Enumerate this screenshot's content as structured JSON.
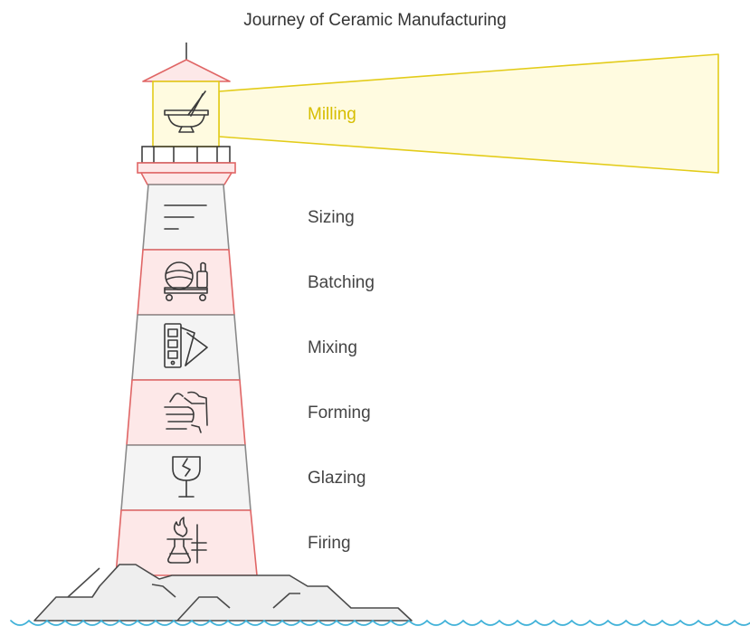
{
  "title": "Journey of Ceramic Manufacturing",
  "beacon": {
    "label": "Milling",
    "icon": "mortar-pestle-icon"
  },
  "stages": [
    {
      "label": "Sizing",
      "icon": "lines-icon"
    },
    {
      "label": "Batching",
      "icon": "cement-mixer-icon"
    },
    {
      "label": "Mixing",
      "icon": "color-swatch-icon"
    },
    {
      "label": "Forming",
      "icon": "hand-shaping-icon"
    },
    {
      "label": "Glazing",
      "icon": "cracked-glass-icon"
    },
    {
      "label": "Firing",
      "icon": "burner-flask-icon"
    }
  ],
  "colors": {
    "red_stroke": "#e06666",
    "red_fill": "#fde8e8",
    "gray_stroke": "#8a8a8a",
    "gray_fill": "#f4f4f4",
    "beam_fill": "#fffbe0",
    "beam_stroke": "#e3cc1a",
    "water": "#3fb1d8",
    "rock_fill": "#eeeeee",
    "rock_stroke": "#4a4a4a",
    "icon_stroke": "#3a3a3a"
  }
}
